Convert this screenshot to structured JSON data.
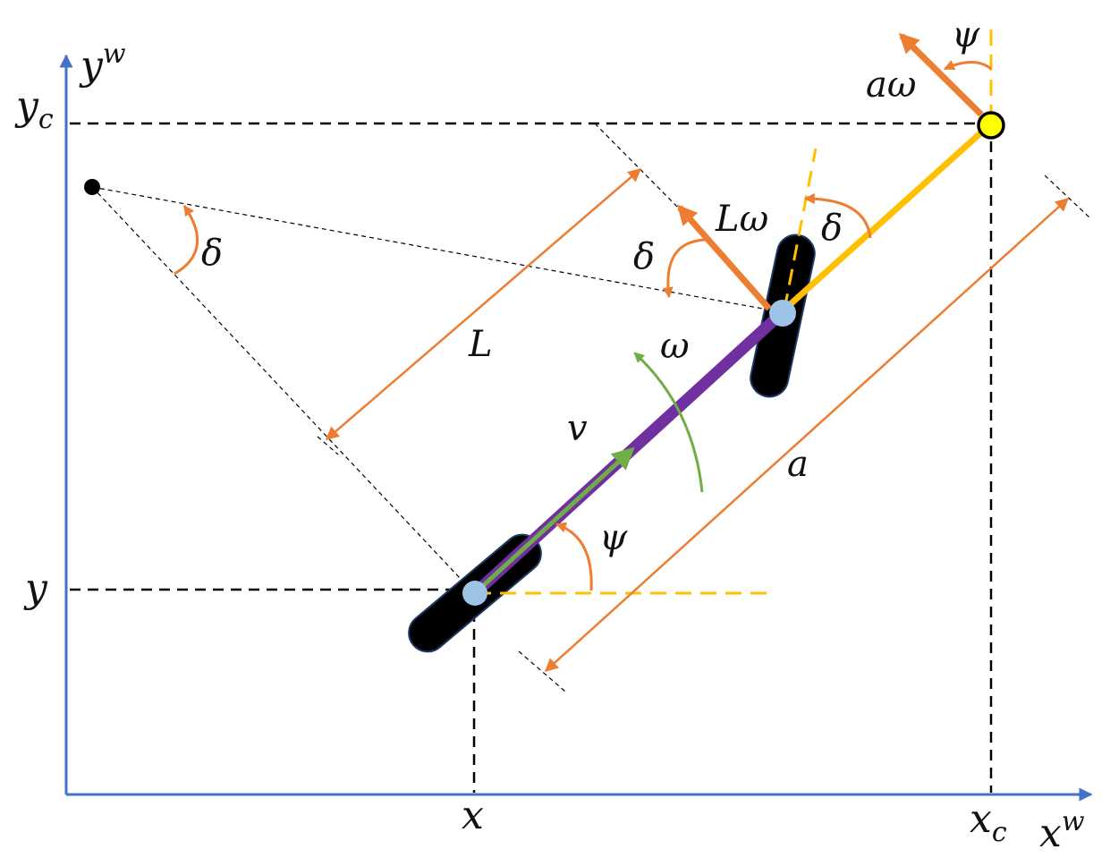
{
  "labels": {
    "axis_y": "y",
    "axis_y_sup": "w",
    "axis_x": "x",
    "axis_x_sup": "w",
    "yc": "y",
    "yc_sub": "c",
    "xc": "x",
    "xc_sub": "c",
    "y": "y",
    "x": "x",
    "psi_top": "ψ",
    "a_omega": "aω",
    "L_omega": "Lω",
    "delta_left": "δ",
    "delta_mid": "δ",
    "delta_right": "δ",
    "L": "L",
    "omega": "ω",
    "v": "v",
    "psi_rear": "ψ",
    "a": "a"
  },
  "colors": {
    "axis": "#4472c4",
    "arrow": "#ed7d31",
    "body": "#7030a0",
    "hitch": "#ffc000",
    "velocity": "#70ad47",
    "wheel": "#000000",
    "axle_point": "#9dc3e6",
    "hitch_point": "#ffff00",
    "guide": "#000000"
  }
}
